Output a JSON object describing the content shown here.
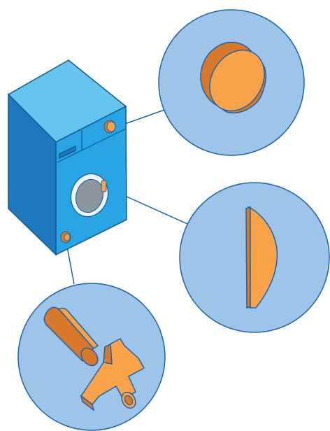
{
  "colors": {
    "background": "#ffffff",
    "circle_fill": "#9cc5e9",
    "circle_stroke": "#1e63a8",
    "leader_line": "#1e63a8",
    "machine_top": "#66c5ee",
    "machine_left": "#1e78c0",
    "machine_front": "#29a4e4",
    "machine_outline": "#0f5a96",
    "part_orange": "#f8a24a",
    "part_orange_dark": "#d8782a",
    "part_outline": "#1e63a8",
    "door_ring": "#eaf5fc",
    "door_glass": "#8d969e"
  },
  "illustration": {
    "subject": "washing-machine",
    "callouts": [
      {
        "id": "knob",
        "icon": "knob-icon"
      },
      {
        "id": "door-latch",
        "icon": "door-latch-icon"
      },
      {
        "id": "drain-valve",
        "icon": "drain-valve-icon"
      }
    ]
  }
}
